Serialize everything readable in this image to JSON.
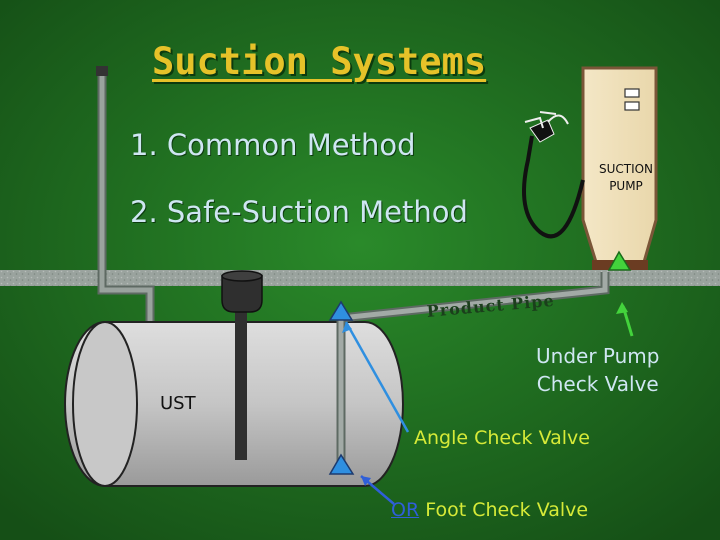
{
  "title": "Suction Systems",
  "methods": [
    "1. Common Method",
    "2. Safe-Suction Method"
  ],
  "pump": {
    "line1": "SUCTION",
    "line2": "PUMP"
  },
  "pipe_label": "Product Pipe",
  "tank_label": "UST",
  "under_pump_check_valve": {
    "line1": "Under Pump",
    "line2": "Check Valve"
  },
  "angle_check_valve": "Angle Check Valve",
  "foot_check_valve": {
    "or": "OR",
    "rest": " Foot Check Valve"
  },
  "colors": {
    "background": "#1f6e20",
    "title": "#e6c229",
    "method_text": "#cfe6f2",
    "valve_label": "#d6ea38",
    "valve_blue": "#2f8fe0",
    "valve_green": "#43d33c",
    "pipe": "#8c9691",
    "tank": "#c8c8c8"
  }
}
